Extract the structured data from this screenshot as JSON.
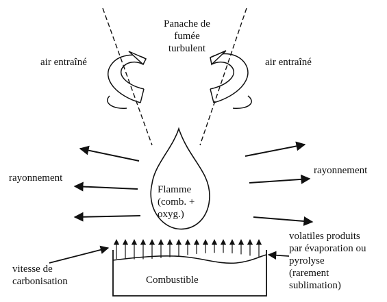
{
  "labels": {
    "plume": "Panache de\nfumée\nturbulent",
    "air_left": "air entraîné",
    "air_right": "air entraîné",
    "radiation_left": "rayonnement",
    "radiation_right": "rayonnement",
    "flame": "Flamme\n(comb. +\noxyg.)",
    "volatiles": "volatiles produits\npar évaporation ou\npyrolyse\n(rarement\nsublimation)",
    "char_rate": "vitesse de\ncarbonisation",
    "fuel": "Combustible"
  },
  "colors": {
    "ink": "#111111",
    "background": "#ffffff"
  }
}
